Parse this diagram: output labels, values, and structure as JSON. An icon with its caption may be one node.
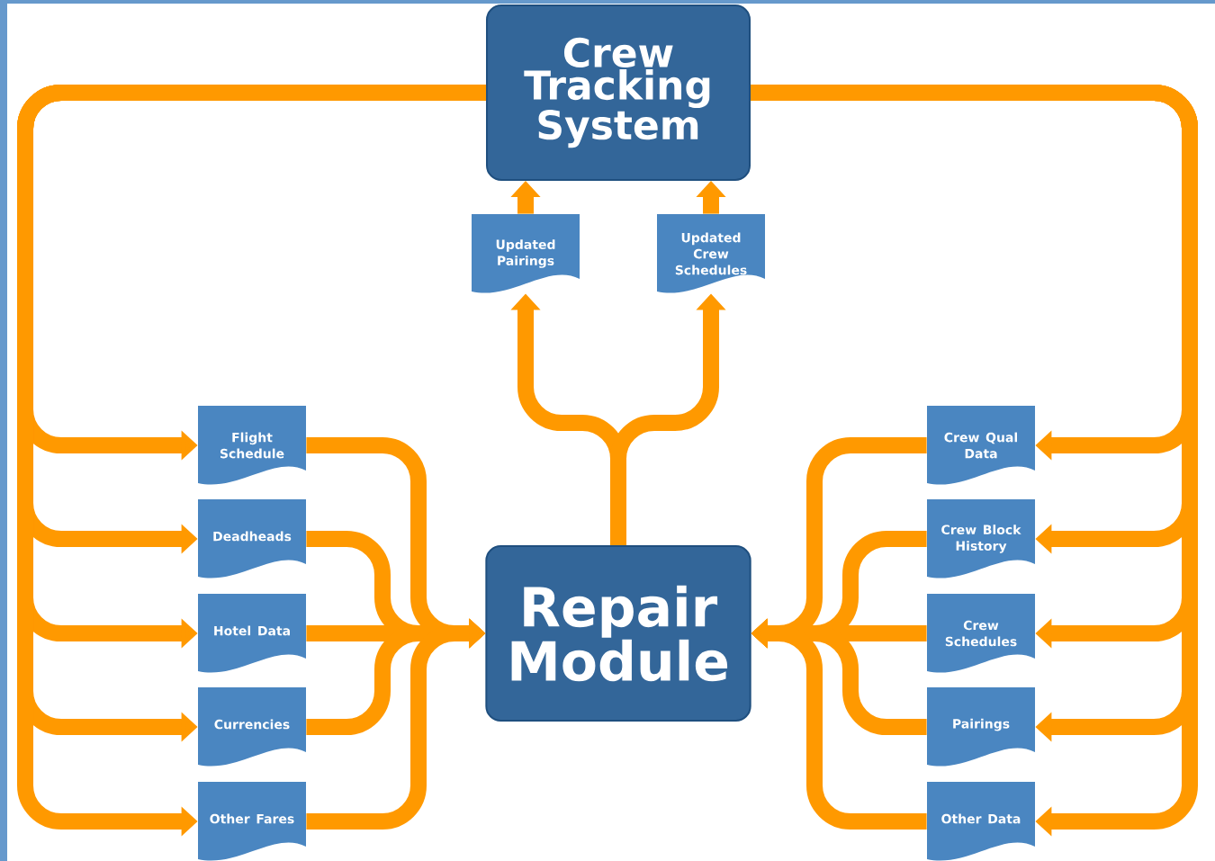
{
  "diagram": {
    "nodes": [
      {
        "text": [
          "Crew Tracking System"
        ]
      },
      {
        "text": [
          "Updated Pairings"
        ]
      },
      {
        "text": [
          "Updated Crew Schedules"
        ]
      },
      {
        "text": [
          "Flight Schedule"
        ]
      },
      {
        "text": [
          "Deadheads"
        ]
      },
      {
        "text": [
          "Hotel Data"
        ]
      },
      {
        "text": [
          "Currencies"
        ]
      },
      {
        "text": [
          "Other Fares"
        ]
      },
      {
        "text": [
          "Crew Qual Data"
        ]
      },
      {
        "text": [
          "Crew Block History"
        ]
      },
      {
        "text": [
          "Crew Schedules"
        ]
      },
      {
        "text": [
          "Pairings"
        ]
      },
      {
        "text": [
          "Other Data"
        ]
      },
      {
        "text": [
          "Repair Module"
        ]
      }
    ],
    "edges": [
      {
        "from": 0,
        "to": 3,
        "arrow": "to"
      },
      {
        "from": 0,
        "to": 4,
        "arrow": "to"
      },
      {
        "from": 0,
        "to": 5,
        "arrow": "to"
      },
      {
        "from": 0,
        "to": 6,
        "arrow": "to"
      },
      {
        "from": 0,
        "to": 7,
        "arrow": "to"
      },
      {
        "from": 0,
        "to": 8,
        "arrow": "to"
      },
      {
        "from": 0,
        "to": 9,
        "arrow": "to"
      },
      {
        "from": 0,
        "to": 10,
        "arrow": "to"
      },
      {
        "from": 0,
        "to": 11,
        "arrow": "to"
      },
      {
        "from": 0,
        "to": 12,
        "arrow": "to"
      },
      {
        "from": 3,
        "to": 13,
        "arrow": "to"
      },
      {
        "from": 4,
        "to": 13,
        "arrow": "to"
      },
      {
        "from": 5,
        "to": 13,
        "arrow": "to"
      },
      {
        "from": 6,
        "to": 13,
        "arrow": "to"
      },
      {
        "from": 7,
        "to": 13,
        "arrow": "to"
      },
      {
        "from": 8,
        "to": 13,
        "arrow": "to"
      },
      {
        "from": 9,
        "to": 13,
        "arrow": "to"
      },
      {
        "from": 10,
        "to": 13,
        "arrow": "to"
      },
      {
        "from": 11,
        "to": 13,
        "arrow": "to"
      },
      {
        "from": 12,
        "to": 13,
        "arrow": "to"
      },
      {
        "from": 13,
        "to": 1,
        "arrow": "to"
      },
      {
        "from": 13,
        "to": 2,
        "arrow": "to"
      },
      {
        "from": 1,
        "to": 0,
        "arrow": "to"
      },
      {
        "from": 2,
        "to": 0,
        "arrow": "to"
      }
    ]
  }
}
